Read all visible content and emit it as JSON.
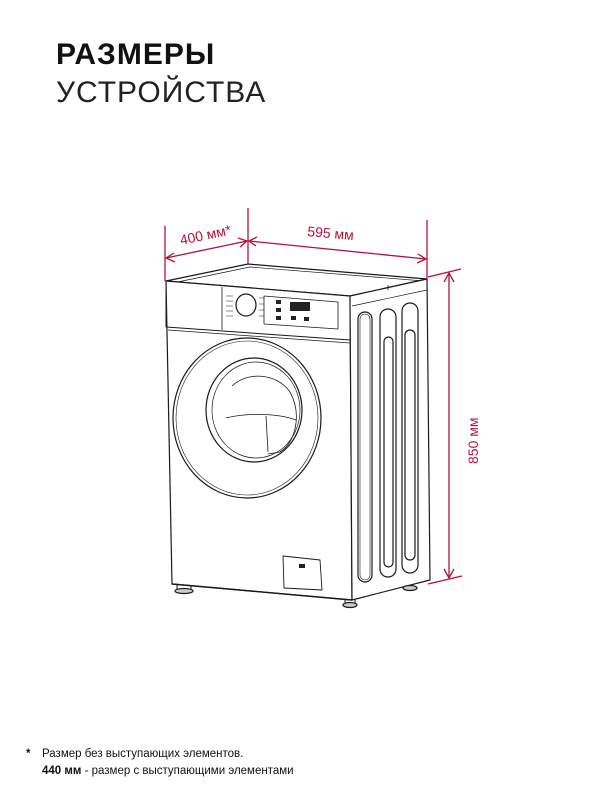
{
  "title": {
    "main": "РАЗМЕРЫ",
    "sub": "УСТРОЙСТВА"
  },
  "dimensions": {
    "depth": "400 мм*",
    "width": "595 мм",
    "height": "850 мм"
  },
  "colors": {
    "dimension_lines": "#b5123a",
    "text": "#111111",
    "background": "#ffffff"
  },
  "footnote": {
    "marker": "*",
    "line1": "Размер без выступающих элементов.",
    "line2_bold": "440 мм",
    "line2_rest": " - размер с выступающими элементами"
  }
}
